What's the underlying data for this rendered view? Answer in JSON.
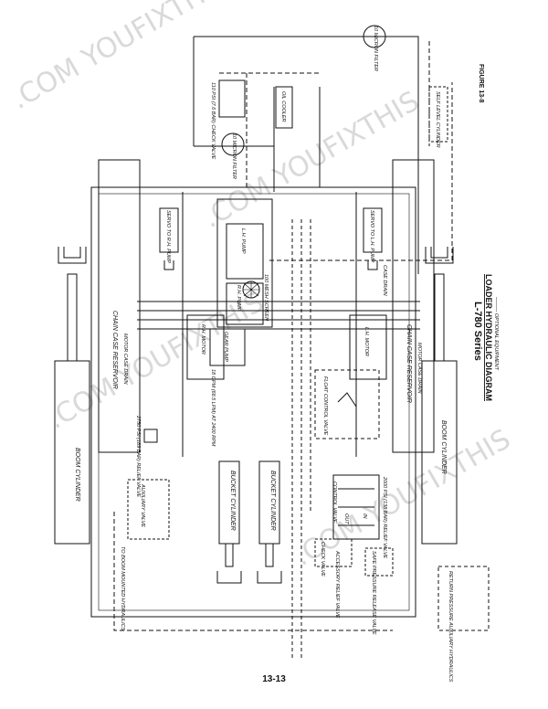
{
  "figure_label": "FIGURE 13-8",
  "title": {
    "series": "L-780 Series",
    "name": "LOADER HYDRAULIC DIAGRAM",
    "legend": "——— OPTIONAL EQUIPMENT"
  },
  "page_number": "13-13",
  "watermark": ".COM   YOUFIXTHIS",
  "components": {
    "boom_cylinder_left": "BOOM CYLINDER",
    "boom_cylinder_right": "BOOM CYLINDER",
    "chain_case_left": "CHAIN CASE RESERVOIR",
    "chain_case_right": "CHAIN CASE RESERVOIR",
    "motor_case_drain_left": "MOTOR CASE DRAIN",
    "motor_case_drain_right": "MOTOR CASE DRAIN",
    "rh_motor": "R.H. MOTOR",
    "lh_motor": "L.H. MOTOR",
    "rh_pump": "R.H. PUMP",
    "lh_pump": "L.H. PUMP",
    "servo_rh": "SERVO TO R.H. PUMP",
    "servo_lh": "SERVO TO L.H. PUMP",
    "case_drain": "CASE DRAIN",
    "mesh_screen": "100 MESH SCREEN",
    "gear_pump": "GEAR PUMP",
    "gear_pump_rating": "18 GPM (68.5 LPM) AT 2400 RPM",
    "relief_valve": "2750 PSI (189 BAR) RELIEF VALVE",
    "check_valve": "110 PSI (7.6 BAR) CHECK VALVE",
    "micron_filter_left": "10 MICRON FILTER",
    "micron_filter_right": "10 MICRON FILTER",
    "oil_cooler": "OIL COOLER",
    "self_level": "SELF LEVEL CYLINDER",
    "bucket_cyl_1": "BUCKET CYLINDER",
    "bucket_cyl_2": "BUCKET CYLINDER",
    "control_valve": "CONTROL VALVE",
    "main_relief": "2000 PSI (138 BAR) RELIEF VALVE",
    "aux_valve": "AUXILIARY VALVE",
    "to_boom": "TO BOOM MOUNTED HYDRAULICS",
    "float_valve": "FLOAT CONTROL VALVE",
    "check_valve_small": "CHECK VALVE",
    "accessory_relief": "ACCESSORY RELIEF VALVE",
    "safe_pressure": "SAFE PRESSURE RELEASE VALVE",
    "aux_return": "RETURN PRESSURE AUXILIARY HYDRAULICS",
    "port_in": "IN",
    "port_out": "OUT"
  },
  "colors": {
    "line": "#111111",
    "watermark": "#d9d9d9",
    "paper": "#ffffff"
  }
}
